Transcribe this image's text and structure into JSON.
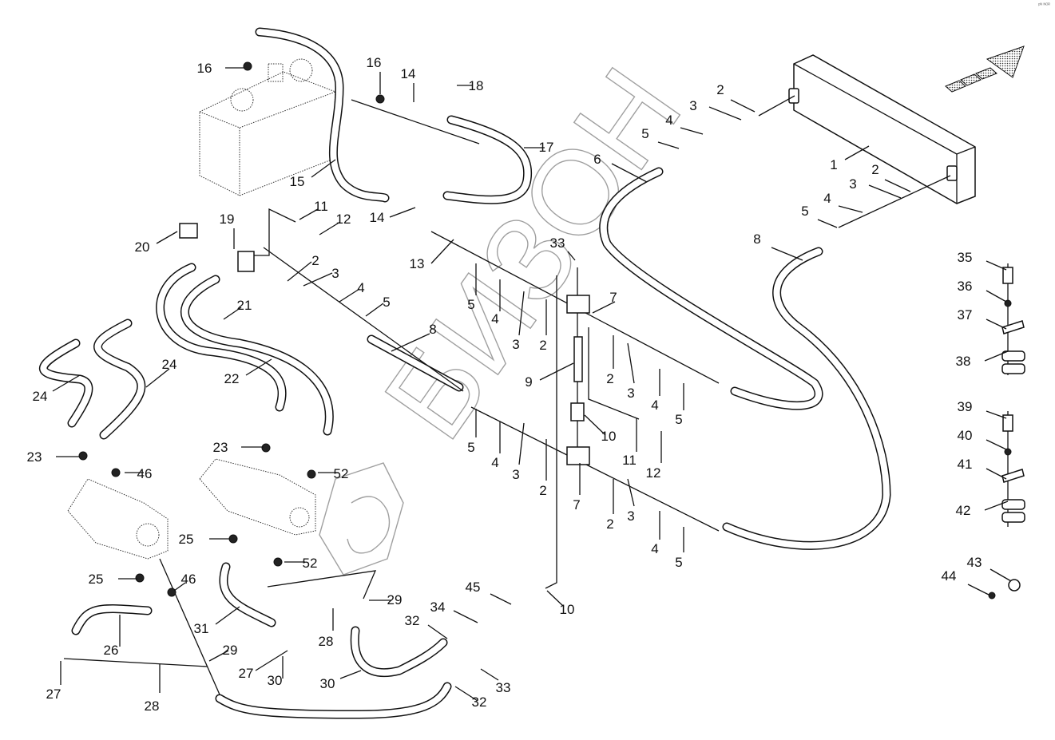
{
  "diagram": {
    "title": "Hydraulic hose and oil cooler assembly",
    "corner_mark": "ᵖᴺ ᴺᴼᴿ",
    "watermark": "БИЗОН",
    "direction_arrow": "forward-direction-arrow",
    "assemblies": [
      {
        "name": "oil-cooler",
        "item": "1"
      },
      {
        "name": "control-valve-block",
        "item": ""
      },
      {
        "name": "left-hydraulic-pump",
        "item": ""
      },
      {
        "name": "right-hydraulic-pump",
        "item": ""
      }
    ],
    "callouts": [
      {
        "id": "c1",
        "text": "1"
      },
      {
        "id": "c2a",
        "text": "2"
      },
      {
        "id": "c2b",
        "text": "2"
      },
      {
        "id": "c2c",
        "text": "2"
      },
      {
        "id": "c2d",
        "text": "2"
      },
      {
        "id": "c2e",
        "text": "2"
      },
      {
        "id": "c2f",
        "text": "2"
      },
      {
        "id": "c2g",
        "text": "2"
      },
      {
        "id": "c3a",
        "text": "3"
      },
      {
        "id": "c3b",
        "text": "3"
      },
      {
        "id": "c3c",
        "text": "3"
      },
      {
        "id": "c3d",
        "text": "3"
      },
      {
        "id": "c3e",
        "text": "3"
      },
      {
        "id": "c3f",
        "text": "3"
      },
      {
        "id": "c3g",
        "text": "3"
      },
      {
        "id": "c4a",
        "text": "4"
      },
      {
        "id": "c4b",
        "text": "4"
      },
      {
        "id": "c4c",
        "text": "4"
      },
      {
        "id": "c4d",
        "text": "4"
      },
      {
        "id": "c4e",
        "text": "4"
      },
      {
        "id": "c4f",
        "text": "4"
      },
      {
        "id": "c4g",
        "text": "4"
      },
      {
        "id": "c5a",
        "text": "5"
      },
      {
        "id": "c5b",
        "text": "5"
      },
      {
        "id": "c5c",
        "text": "5"
      },
      {
        "id": "c5d",
        "text": "5"
      },
      {
        "id": "c5e",
        "text": "5"
      },
      {
        "id": "c5f",
        "text": "5"
      },
      {
        "id": "c5g",
        "text": "5"
      },
      {
        "id": "c6",
        "text": "6"
      },
      {
        "id": "c7a",
        "text": "7"
      },
      {
        "id": "c7b",
        "text": "7"
      },
      {
        "id": "c8a",
        "text": "8"
      },
      {
        "id": "c8b",
        "text": "8"
      },
      {
        "id": "c9",
        "text": "9"
      },
      {
        "id": "c10a",
        "text": "10"
      },
      {
        "id": "c10b",
        "text": "10"
      },
      {
        "id": "c11a",
        "text": "11"
      },
      {
        "id": "c11b",
        "text": "11"
      },
      {
        "id": "c12a",
        "text": "12"
      },
      {
        "id": "c12b",
        "text": "12"
      },
      {
        "id": "c13",
        "text": "13"
      },
      {
        "id": "c14a",
        "text": "14"
      },
      {
        "id": "c14b",
        "text": "14"
      },
      {
        "id": "c15",
        "text": "15"
      },
      {
        "id": "c16a",
        "text": "16"
      },
      {
        "id": "c16b",
        "text": "16"
      },
      {
        "id": "c17",
        "text": "17"
      },
      {
        "id": "c18",
        "text": "18"
      },
      {
        "id": "c19",
        "text": "19"
      },
      {
        "id": "c20",
        "text": "20"
      },
      {
        "id": "c21",
        "text": "21"
      },
      {
        "id": "c22",
        "text": "22"
      },
      {
        "id": "c23a",
        "text": "23"
      },
      {
        "id": "c23b",
        "text": "23"
      },
      {
        "id": "c24a",
        "text": "24"
      },
      {
        "id": "c24b",
        "text": "24"
      },
      {
        "id": "c25a",
        "text": "25"
      },
      {
        "id": "c25b",
        "text": "25"
      },
      {
        "id": "c26",
        "text": "26"
      },
      {
        "id": "c27a",
        "text": "27"
      },
      {
        "id": "c27b",
        "text": "27"
      },
      {
        "id": "c28a",
        "text": "28"
      },
      {
        "id": "c28b",
        "text": "28"
      },
      {
        "id": "c29a",
        "text": "29"
      },
      {
        "id": "c29b",
        "text": "29"
      },
      {
        "id": "c30a",
        "text": "30"
      },
      {
        "id": "c30b",
        "text": "30"
      },
      {
        "id": "c31",
        "text": "31"
      },
      {
        "id": "c32a",
        "text": "32"
      },
      {
        "id": "c32b",
        "text": "32"
      },
      {
        "id": "c33a",
        "text": "33"
      },
      {
        "id": "c33b",
        "text": "33"
      },
      {
        "id": "c34",
        "text": "34"
      },
      {
        "id": "c35",
        "text": "35"
      },
      {
        "id": "c36",
        "text": "36"
      },
      {
        "id": "c37",
        "text": "37"
      },
      {
        "id": "c38",
        "text": "38"
      },
      {
        "id": "c39",
        "text": "39"
      },
      {
        "id": "c40",
        "text": "40"
      },
      {
        "id": "c41",
        "text": "41"
      },
      {
        "id": "c42",
        "text": "42"
      },
      {
        "id": "c43",
        "text": "43"
      },
      {
        "id": "c44",
        "text": "44"
      },
      {
        "id": "c45",
        "text": "45"
      },
      {
        "id": "c46a",
        "text": "46"
      },
      {
        "id": "c46b",
        "text": "46"
      },
      {
        "id": "c52a",
        "text": "52"
      },
      {
        "id": "c52b",
        "text": "52"
      }
    ]
  }
}
